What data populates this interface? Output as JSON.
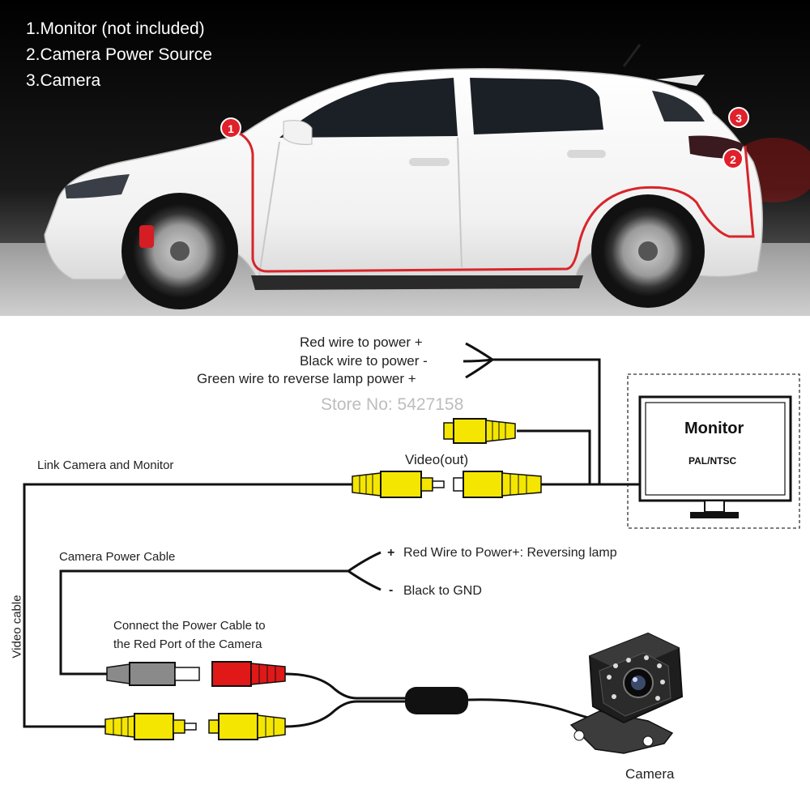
{
  "legend": {
    "item1": "1.Monitor (not included)",
    "item2": "2.Camera Power Source",
    "item3": "3.Camera"
  },
  "markers": {
    "m1": "1",
    "m2": "2",
    "m3": "3"
  },
  "wiring": {
    "red_wire": "Red wire to power +",
    "black_wire": "Black wire to power -",
    "green_wire": "Green wire to reverse lamp power +",
    "watermark": "Store No: 5427158",
    "video_out": "Video(out)",
    "link_label": "Link Camera and Monitor",
    "power_cable_label": "Camera Power Cable",
    "plus_sign": "+",
    "minus_sign": "-",
    "red_to_power": "Red Wire to Power+: Reversing lamp",
    "black_to_gnd": "Black to GND",
    "connect_line1": "Connect the Power Cable to",
    "connect_line2": "the Red Port of the Camera",
    "video_cable": "Video cable",
    "camera_label": "Camera"
  },
  "monitor": {
    "title": "Monitor",
    "subtitle": "PAL/NTSC"
  },
  "colors": {
    "rca_yellow": "#f4e600",
    "rca_red": "#e01818",
    "rca_gray": "#8a8a8a",
    "marker_red": "#e0202a",
    "route_red": "#d8242a"
  }
}
